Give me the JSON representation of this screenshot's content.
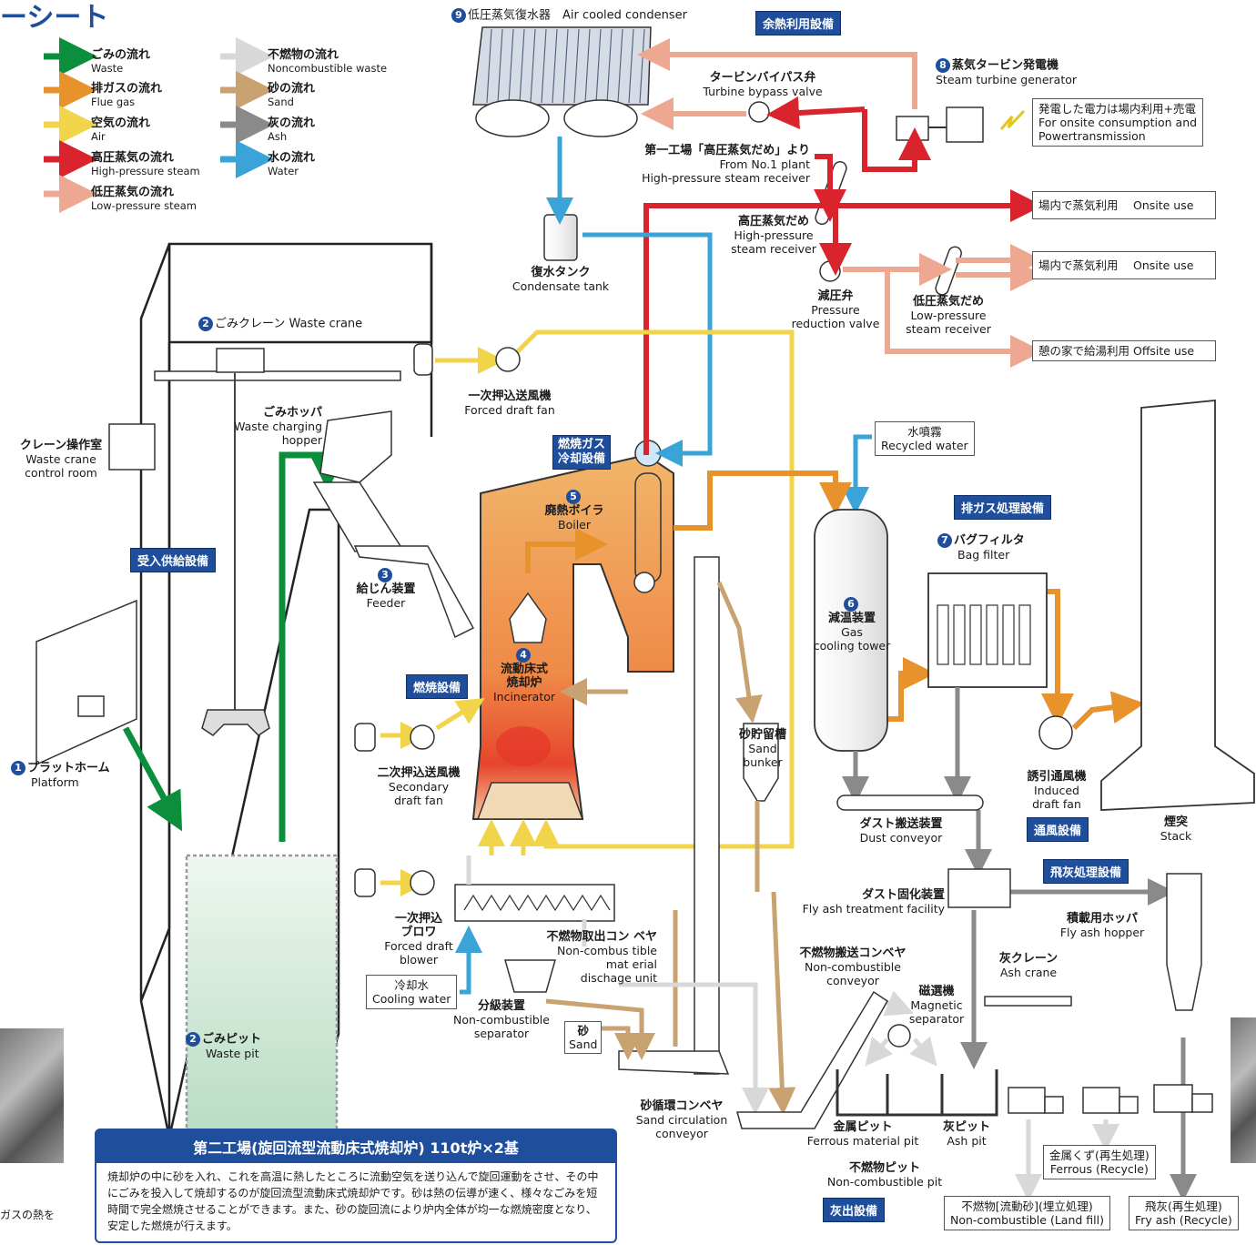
{
  "title": "ーシート",
  "legend": [
    {
      "jp": "ごみの流れ",
      "en": "Waste",
      "color": "#0b8f3c"
    },
    {
      "jp": "排ガスの流れ",
      "en": "Flue gas",
      "color": "#e8922b"
    },
    {
      "jp": "空気の流れ",
      "en": "Air",
      "color": "#f2d44a"
    },
    {
      "jp": "高圧蒸気の流れ",
      "en": "High-pressure steam",
      "color": "#d9232d"
    },
    {
      "jp": "低圧蒸気の流れ",
      "en": "Low-pressure steam",
      "color": "#eea892"
    },
    {
      "jp": "不燃物の流れ",
      "en": "Noncombustible waste",
      "color": "#d8d8d8"
    },
    {
      "jp": "砂の流れ",
      "en": "Sand",
      "color": "#c9a271"
    },
    {
      "jp": "灰の流れ",
      "en": "Ash",
      "color": "#8a8a8a"
    },
    {
      "jp": "水の流れ",
      "en": "Water",
      "color": "#3aa3d8"
    }
  ],
  "tags": {
    "waste_heat": "余熱利用設備",
    "receiving": "受入供給設備",
    "gas_cooling": "燃焼ガス\n冷却設備",
    "combustion": "燃焼設備",
    "flue_gas": "排ガス処理設備",
    "ventilation": "通風設備",
    "fly_ash": "飛灰処理設備",
    "ash_out": "灰出設備"
  },
  "labels": {
    "condenser_num": "9",
    "condenser": "低圧蒸気復水器　Air cooled  condenser",
    "turbine_num": "8",
    "turbine_jp": "蒸気タービン発電機",
    "turbine_en": "Steam turbine generator",
    "bypass_jp": "タービンバイパス弁",
    "bypass_en": "Turbine bypass valve",
    "no1_jp": "第一工場「高圧蒸気だめ」より",
    "no1_en1": "From No.1 plant",
    "no1_en2": "High-pressure steam receiver",
    "hp_recv_jp": "高圧蒸気だめ",
    "hp_recv_en1": "High-pressure",
    "hp_recv_en2": "steam receiver",
    "condensate_jp": "復水タンク",
    "condensate_en": "Condensate tank",
    "prv_jp": "減圧弁",
    "prv_en1": "Pressure",
    "prv_en2": "reduction valve",
    "lp_recv_jp": "低圧蒸気だめ",
    "lp_recv_en1": "Low-pressure",
    "lp_recv_en2": "steam receiver",
    "crane_num": "2",
    "crane": "ごみクレーン  Waste crane",
    "fdf_jp": "一次押込送風機",
    "fdf_en": "Forced draft fan",
    "hopper_jp": "ごみホッパ",
    "hopper_en1": "Waste charging",
    "hopper_en2": "hopper",
    "ccr_jp": "クレーン操作室",
    "ccr_en1": "Waste crane",
    "ccr_en2": "control room",
    "boiler_num": "5",
    "boiler_jp": "廃熱ボイラ",
    "boiler_en": "Boiler",
    "feeder_num": "3",
    "feeder_jp": "給じん装置",
    "feeder_en": "Feeder",
    "incin_num": "4",
    "incin_jp1": "流動床式",
    "incin_jp2": "焼却炉",
    "incin_en": "Incinerator",
    "platform_num": "1",
    "platform_jp": "プラットホーム",
    "platform_en": "Platform",
    "sdf_jp": "二次押込送風機",
    "sdf_en1": "Secondary",
    "sdf_en2": "draft fan",
    "sand_bunker_jp": "砂貯留槽",
    "sand_bunker_en1": "Sand",
    "sand_bunker_en2": "bunker",
    "gct_num": "6",
    "gct_jp": "減温装置",
    "gct_en1": "Gas",
    "gct_en2": "cooling tower",
    "bag_num": "7",
    "bag_jp": "バグフィルタ",
    "bag_en": "Bag filter",
    "idf_jp": "誘引通風機",
    "idf_en1": "Induced",
    "idf_en2": "draft fan",
    "stack_jp": "煙突",
    "stack_en": "Stack",
    "dust_conv_jp": "ダスト搬送装置",
    "dust_conv_en": "Dust conveyor",
    "fly_fac_jp": "ダスト固化装置",
    "fly_fac_en": "Fly ash treatment facility",
    "fly_hop_jp": "積載用ホッパ",
    "fly_hop_en": "Fly ash hopper",
    "fdb_jp1": "一次押込",
    "fdb_jp2": "ブロワ",
    "fdb_en1": "Forced draft",
    "fdb_en2": "blower",
    "ncd_jp": "不燃物取出コン ベヤ",
    "ncd_en1": "Non-combus tible",
    "ncd_en2": "mat erial",
    "ncd_en3": "dischage unit",
    "ncc_jp": "不燃物搬送コンベヤ",
    "ncc_en1": "Non-combustible",
    "ncc_en2": "conveyor",
    "ash_crane_jp": "灰クレーン",
    "ash_crane_en": "Ash crane",
    "mag_jp": "磁選機",
    "mag_en1": "Magnetic",
    "mag_en2": "separator",
    "pit_num": "2",
    "pit_jp": "ごみピット",
    "pit_en": "Waste pit",
    "sep_jp": "分級装置",
    "sep_en1": "Non-combustible",
    "sep_en2": "separator",
    "sand_jp": "砂",
    "sand_en": "Sand",
    "scc_jp": "砂循環コンベヤ",
    "scc_en1": "Sand circulation",
    "scc_en2": "conveyor",
    "fmp_jp": "金属ピット",
    "fmp_en": "Ferrous material pit",
    "ashpit_jp": "灰ピット",
    "ashpit_en": "Ash pit",
    "ncp_jp": "不燃物ピット",
    "ncp_en": "Non-combustible pit"
  },
  "boxes": {
    "power": "発電した電力は場内利用+売電\nFor onsite consumption and\nPowertransmission",
    "onsite1": "場内で蒸気利用　 Onsite use",
    "onsite2": "場内で蒸気利用　 Onsite use",
    "offsite": "憩の家で給湯利用  Offsite use",
    "recycled": "水噴霧\nRecycled water",
    "cooling": "冷却水\nCooling water",
    "ferrous": "金属くず(再生処理)\nFerrous (Recycle)",
    "noncomb": "不燃物[流動砂](埋立処理)\nNon-combustible (Land fill)",
    "flyash": "飛灰(再生処理)\nFry ash (Recycle)"
  },
  "panel": {
    "title": "第二工場(旋回流型流動床式焼却炉) 110t炉×2基",
    "text": "焼却炉の中に砂を入れ、これを高温に熱したところに流動空気を送り込んで旋回運動をさせ、その中にごみを投入して焼却するのが旋回流型流動床式焼却炉です。砂は熱の伝導が速く、様々なごみを短時間で完全燃焼させることができます。また、砂の旋回流により炉内全体が均一な燃焼密度となり、安定した燃焼が行えます。"
  },
  "side_text": "ガスの熱を"
}
